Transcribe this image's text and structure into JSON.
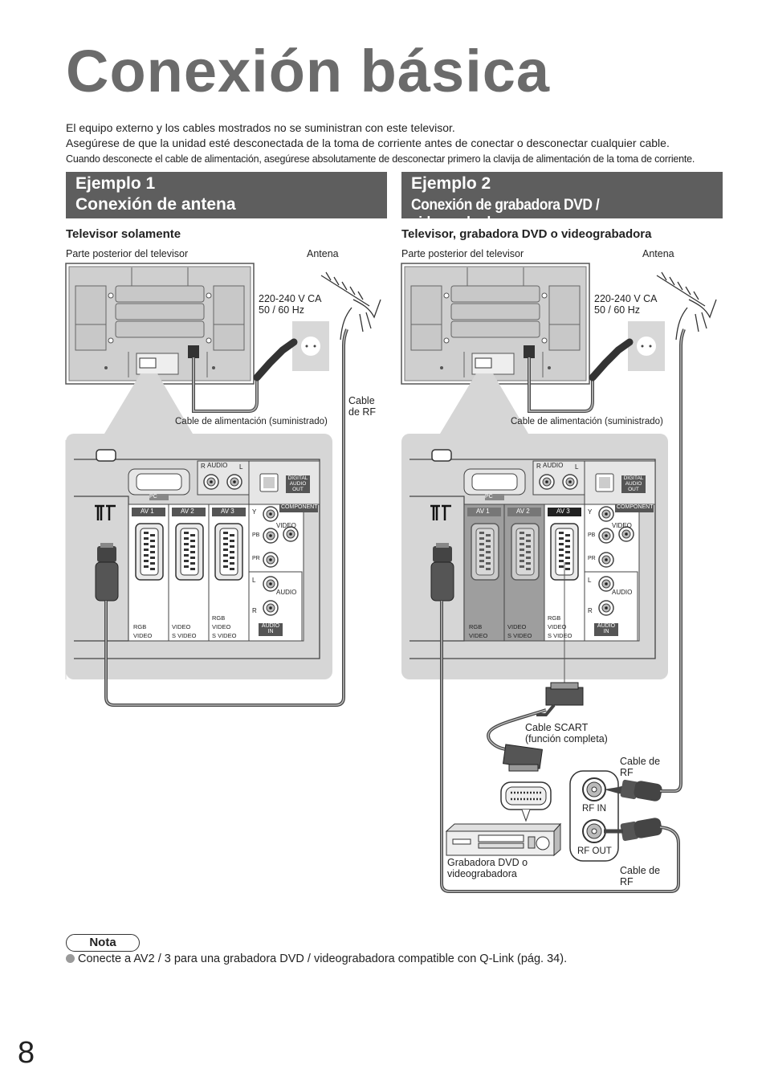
{
  "title": "Conexión básica",
  "intro": [
    "El equipo externo y los cables mostrados no se suministran con este televisor.",
    "Asegúrese de que la unidad esté desconectada de la toma de corriente antes de conectar o desconectar cualquier cable.",
    "Cuando desconecte el cable de alimentación, asegúrese absolutamente de desconectar primero la clavija de alimentación de la toma de corriente."
  ],
  "example1": {
    "heading": "Ejemplo 1",
    "subheading": "Conexión de antena",
    "caption": "Televisor solamente",
    "rear_label": "Parte posterior del televisor",
    "antenna_label": "Antena",
    "power_label": "220-240 V CA\n50 / 60 Hz",
    "power_line1": "220-240 V CA",
    "power_line2": "50 / 60 Hz",
    "rf_cable_line1": "Cable",
    "rf_cable_line2": "de RF",
    "mains_cable_label": "Cable de alimentación (suministrado)"
  },
  "example2": {
    "heading": "Ejemplo 2",
    "subheading": "Conexión de grabadora DVD / videograbadora",
    "caption": "Televisor, grabadora DVD o videograbadora",
    "rear_label": "Parte posterior del televisor",
    "antenna_label": "Antena",
    "power_line1": "220-240 V CA",
    "power_line2": "50 / 60 Hz",
    "mains_cable_label": "Cable de alimentación (suministrado)",
    "scart_line1": "Cable SCART",
    "scart_line2": "(función completa)",
    "rf_in_cable_line1": "Cable de",
    "rf_in_cable_line2": "RF",
    "rf_out_cable_line1": "Cable de",
    "rf_out_cable_line2": "RF",
    "rf_in": "RF IN",
    "rf_out": "RF OUT",
    "recorder_line1": "Grabadora DVD o",
    "recorder_line2": "videograbadora"
  },
  "panel": {
    "pc": "PC",
    "audio": "AUDIO",
    "r": "R",
    "l": "L",
    "digital_line1": "DIGITAL",
    "digital_line2": "AUDIO",
    "digital_line3": "OUT",
    "av1": "AV 1",
    "av2": "AV 2",
    "av3": "AV 3",
    "component": "COMPONENT",
    "y": "Y",
    "pb": "PB",
    "pr": "PR",
    "video": "VIDEO",
    "audio_in_line1": "AUDIO",
    "audio_in_line2": "IN",
    "rgb": "RGB",
    "svideo": "S VIDEO"
  },
  "note": {
    "badge": "Nota",
    "text": "Conecte a AV2 / 3 para una grabadora DVD / videograbadora compatible con Q-Link (pág. 34)."
  },
  "page_number": "8"
}
